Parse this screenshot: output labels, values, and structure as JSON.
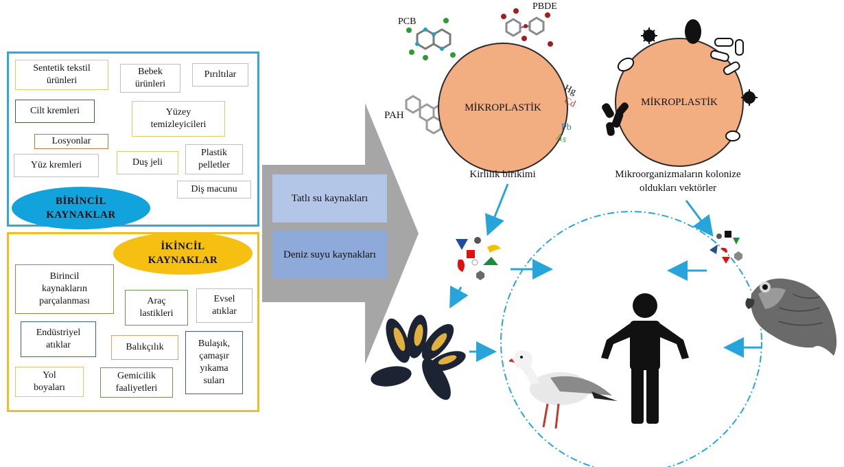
{
  "primary": {
    "title_line1": "BİRİNCİL",
    "title_line2": "KAYNAKLAR",
    "items": [
      {
        "line1": "Sentetik tekstil",
        "line2": "ürünleri"
      },
      {
        "line1": "Bebek",
        "line2": "ürünleri"
      },
      {
        "line1": "Pırıltılar",
        "line2": ""
      },
      {
        "line1": "Cilt kremleri",
        "line2": ""
      },
      {
        "line1": "Yüzey",
        "line2": "temizleyicileri"
      },
      {
        "line1": "Losyonlar",
        "line2": ""
      },
      {
        "line1": "Plastik",
        "line2": "pelletler"
      },
      {
        "line1": "Yüz kremleri",
        "line2": ""
      },
      {
        "line1": "Duş jeli",
        "line2": ""
      },
      {
        "line1": "Diş macunu",
        "line2": ""
      }
    ]
  },
  "secondary": {
    "title_line1": "İKİNCİL",
    "title_line2": "KAYNAKLAR",
    "items": [
      {
        "line1": "Birincil",
        "line2": "kaynakların",
        "line3": "parçalanması"
      },
      {
        "line1": "Araç",
        "line2": "lastikleri",
        "line3": ""
      },
      {
        "line1": "Evsel",
        "line2": "atıklar",
        "line3": ""
      },
      {
        "line1": "Endüstriyel",
        "line2": "atıklar",
        "line3": ""
      },
      {
        "line1": "Balıkçılık",
        "line2": "",
        "line3": ""
      },
      {
        "line1": "Bulaşık,",
        "line2": "çamaşır",
        "line3": "yıkama",
        "line4": "suları"
      },
      {
        "line1": "Yol",
        "line2": "boyaları",
        "line3": ""
      },
      {
        "line1": "Gemicilik",
        "line2": "faaliyetleri",
        "line3": ""
      }
    ]
  },
  "water_sources": {
    "fresh": "Tatlı su kaynakları",
    "sea": "Deniz suyu kaynakları"
  },
  "left_circle": {
    "label": "MİKROPLASTİK",
    "caption": "Kirlilik birikimi",
    "chemicals": [
      "PCB",
      "PBDE",
      "PAH",
      "Hg",
      "Cd",
      "Pb",
      "As"
    ]
  },
  "right_circle": {
    "label": "MİKROPLASTİK",
    "caption_line1": "Mikroorganizmaların kolonize",
    "caption_line2": "oldukları vektörler"
  },
  "colors": {
    "primary_blue": "#2fa7d8",
    "secondary_yellow": "#f2bd24",
    "circle_fill": "#f2ae80",
    "arrow": "#27a4da",
    "fresh_box": "#b4c6e7",
    "sea_box": "#8eaadb"
  }
}
